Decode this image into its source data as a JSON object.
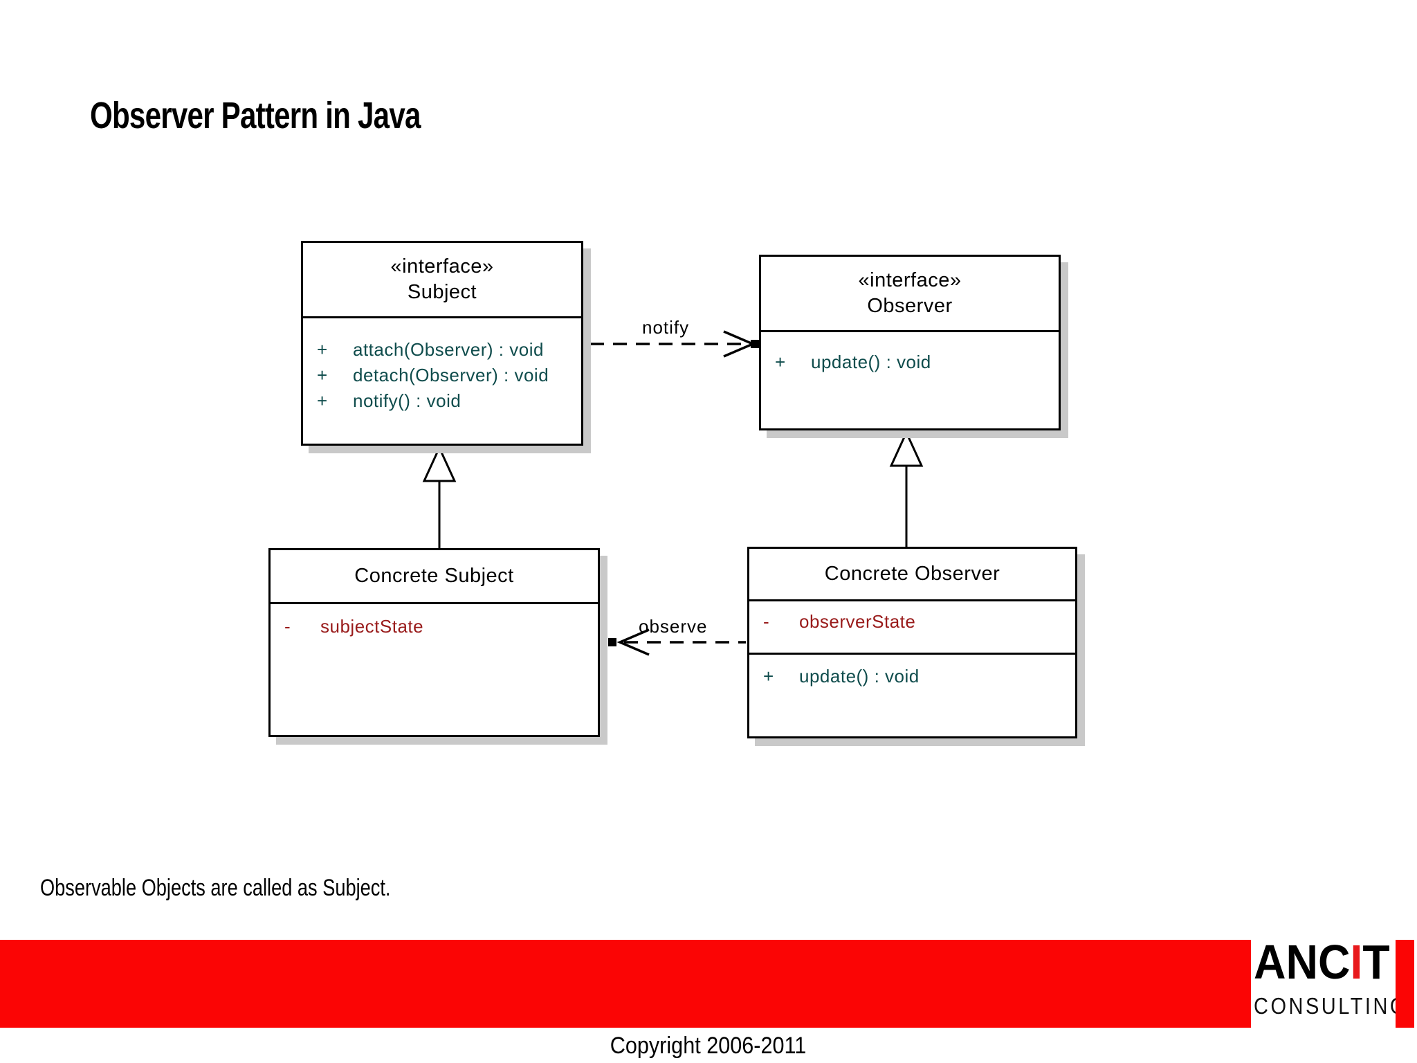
{
  "slide": {
    "title": "Observer Pattern in Java",
    "note": "Observable Objects are called as Subject.",
    "copyright": "Copyright 2006-2011"
  },
  "colors": {
    "footer_red": "#fb0505",
    "logo_red": "#e8191c",
    "method_text_teal": "#0f4c4c",
    "field_text_dark_red": "#991b1b",
    "box_shadow_gray": "#c9c9c9",
    "box_border": "#000000"
  },
  "diagram": {
    "classes": [
      {
        "id": "subject",
        "stereotype": "«interface»",
        "name": "Subject",
        "methods": [
          {
            "vis": "+",
            "sig": "attach(Observer) : void"
          },
          {
            "vis": "+",
            "sig": "detach(Observer) : void"
          },
          {
            "vis": "+",
            "sig": "notify() : void"
          }
        ]
      },
      {
        "id": "observer",
        "stereotype": "«interface»",
        "name": "Observer",
        "methods": [
          {
            "vis": "+",
            "sig": "update() : void"
          }
        ]
      },
      {
        "id": "concrete-subject",
        "name": "Concrete Subject",
        "fields": [
          {
            "vis": "-",
            "sig": "subjectState"
          }
        ]
      },
      {
        "id": "concrete-observer",
        "name": "Concrete Observer",
        "fields": [
          {
            "vis": "-",
            "sig": "observerState"
          }
        ],
        "methods": [
          {
            "vis": "+",
            "sig": "update() : void"
          }
        ]
      }
    ],
    "relations": [
      {
        "type": "dashed-dependency",
        "from": "Subject",
        "to": "Observer",
        "label": "notify"
      },
      {
        "type": "dashed-dependency",
        "from": "Concrete Observer",
        "to": "Concrete Subject",
        "label": "observe"
      },
      {
        "type": "generalization",
        "from": "Concrete Subject",
        "to": "Subject",
        "label": ""
      },
      {
        "type": "generalization",
        "from": "Concrete Observer",
        "to": "Observer",
        "label": ""
      }
    ]
  },
  "logo": {
    "brand_part1": "ANC",
    "brand_part2": "I",
    "brand_part3": "T",
    "brand_sub": "CONSULTING"
  }
}
